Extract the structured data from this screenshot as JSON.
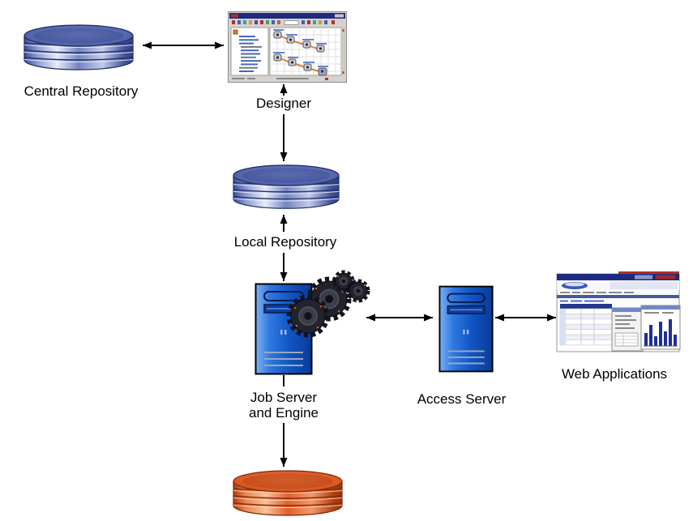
{
  "diagram": {
    "title": "",
    "nodes": [
      {
        "id": "central-repository",
        "type": "database-cylinder",
        "color": "#5d74bc",
        "label": "Central Repository"
      },
      {
        "id": "designer",
        "type": "designer-application-window",
        "label": "Designer"
      },
      {
        "id": "local-repository",
        "type": "database-cylinder",
        "color": "#5d74bc",
        "label": "Local Repository"
      },
      {
        "id": "job-server",
        "type": "server-tower-with-gears",
        "color": "#1565d8",
        "label": "Job Server and Engine",
        "label_lines": [
          "Job Server",
          "and Engine"
        ]
      },
      {
        "id": "access-server",
        "type": "server-tower",
        "color": "#1565d8",
        "label": "Access Server"
      },
      {
        "id": "web-applications",
        "type": "browser-windows",
        "label": "Web Applications"
      },
      {
        "id": "target-database",
        "type": "database-cylinder",
        "color": "#e0551f",
        "label": ""
      }
    ],
    "connections": [
      {
        "from": "central-repository",
        "to": "designer",
        "style": "bidirectional"
      },
      {
        "from": "designer",
        "to": "local-repository",
        "style": "bidirectional"
      },
      {
        "from": "local-repository",
        "to": "job-server",
        "style": "bidirectional"
      },
      {
        "from": "job-server",
        "to": "access-server",
        "style": "bidirectional"
      },
      {
        "from": "access-server",
        "to": "web-applications",
        "style": "bidirectional"
      },
      {
        "from": "job-server",
        "to": "target-database",
        "style": "one-way-down"
      }
    ],
    "colors": {
      "arrow": "#000000",
      "blue_cylinder": "#5d74bc",
      "orange_cylinder": "#e0551f",
      "server_blue": "#1565d8",
      "workflow_connector_orange": "#e0803a",
      "window_navy": "#1b2c80"
    }
  }
}
